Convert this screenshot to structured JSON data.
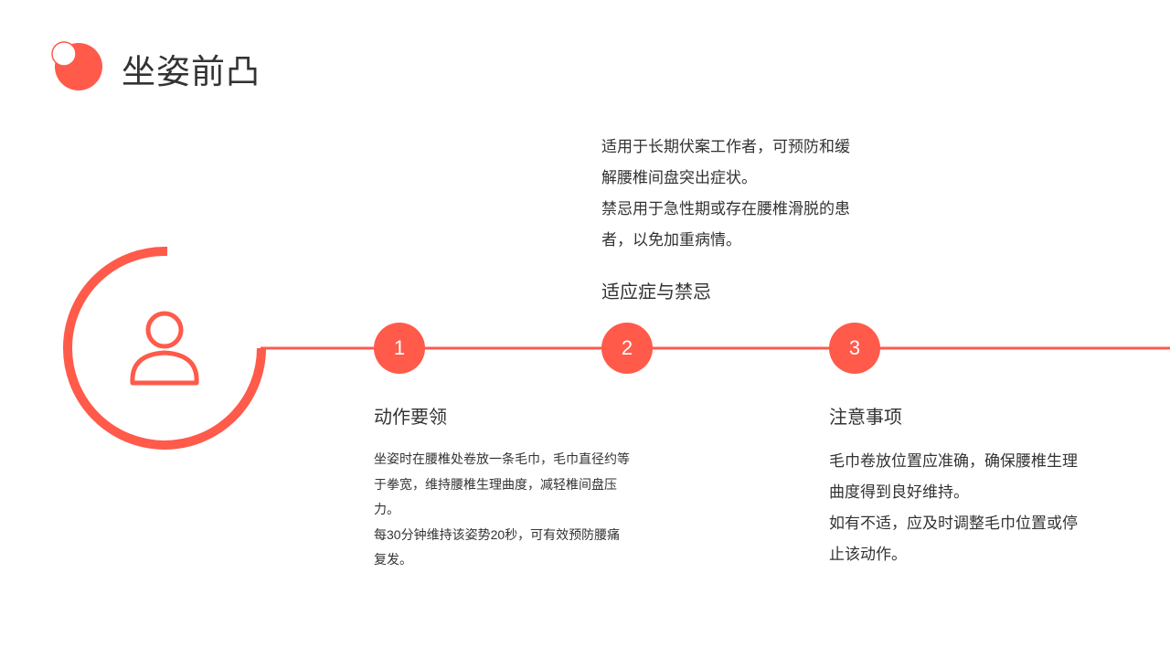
{
  "header": {
    "title": "坐姿前凸",
    "logo_icon": "dot-logo-icon"
  },
  "colors": {
    "accent": "#ff5a4a"
  },
  "steps": [
    {
      "number": "1",
      "title": "动作要领",
      "paragraphs": [
        "坐姿时在腰椎处卷放一条毛巾，毛巾直径约等于拳宽，维持腰椎生理曲度，减轻椎间盘压力。",
        "每30分钟维持该姿势20秒，可有效预防腰痛复发。"
      ]
    },
    {
      "number": "2",
      "title": "适应症与禁忌",
      "paragraphs": [
        "适用于长期伏案工作者，可预防和缓解腰椎间盘突出症状。",
        "禁忌用于急性期或存在腰椎滑脱的患者，以免加重病情。"
      ]
    },
    {
      "number": "3",
      "title": "注意事项",
      "paragraphs": [
        "毛巾卷放位置应准确，确保腰椎生理曲度得到良好维持。",
        "如有不适，应及时调整毛巾位置或停止该动作。"
      ]
    }
  ]
}
